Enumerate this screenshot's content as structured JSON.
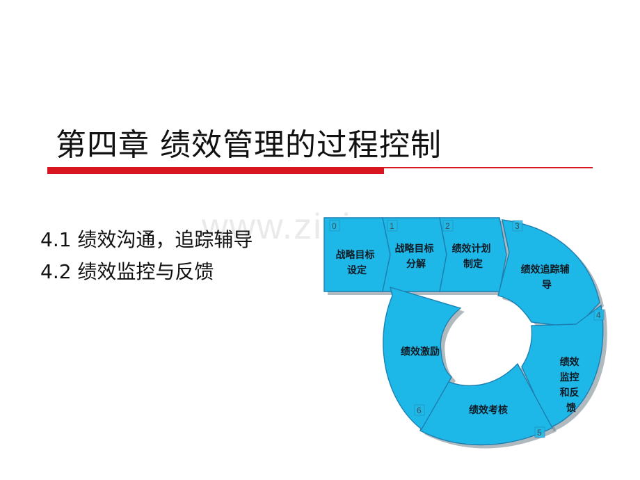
{
  "slide": {
    "title": "第四章 绩效管理的过程控制",
    "bullets": [
      "4.1 绩效沟通，追踪辅导",
      "4.2 绩效监控与反馈"
    ],
    "watermark": "www.zixin.com.cn",
    "accent_color": "#d8161f"
  },
  "cycle": {
    "fill_color": "#1eb8e8",
    "steps": [
      {
        "number": "0",
        "label_lines": [
          "战略目标",
          "设定"
        ]
      },
      {
        "number": "1",
        "label_lines": [
          "战略目标",
          "分解"
        ]
      },
      {
        "number": "2",
        "label_lines": [
          "绩效计划",
          "制定"
        ]
      },
      {
        "number": "3",
        "label_lines": [
          "绩效追踪辅",
          "导"
        ]
      },
      {
        "number": "4",
        "label_lines": [
          "绩效",
          "监控",
          "和反",
          "馈"
        ]
      },
      {
        "number": "5",
        "label_lines": [
          "绩效考核"
        ]
      },
      {
        "number": "6",
        "label_lines": [
          "绩效激励"
        ]
      }
    ]
  }
}
